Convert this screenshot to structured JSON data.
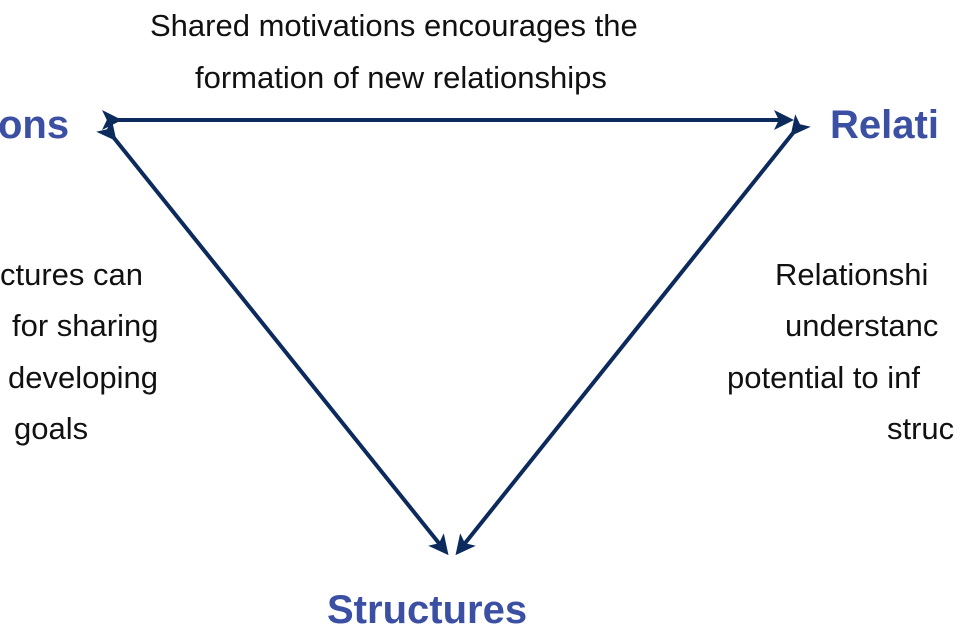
{
  "colors": {
    "heading": "#3b4fa3",
    "arrow": "#0c2a5c",
    "text": "#111111"
  },
  "top_label": {
    "line1": "Shared motivations encourages the",
    "line2": "formation of new relationships"
  },
  "nodes": {
    "left": "ons",
    "right": "Relati",
    "bottom": "Structures"
  },
  "left_label": [
    "ctures can",
    "for sharing",
    "developing",
    "goals"
  ],
  "right_label": [
    "Relationshi",
    "understanc",
    "potential to inf",
    "struc"
  ]
}
